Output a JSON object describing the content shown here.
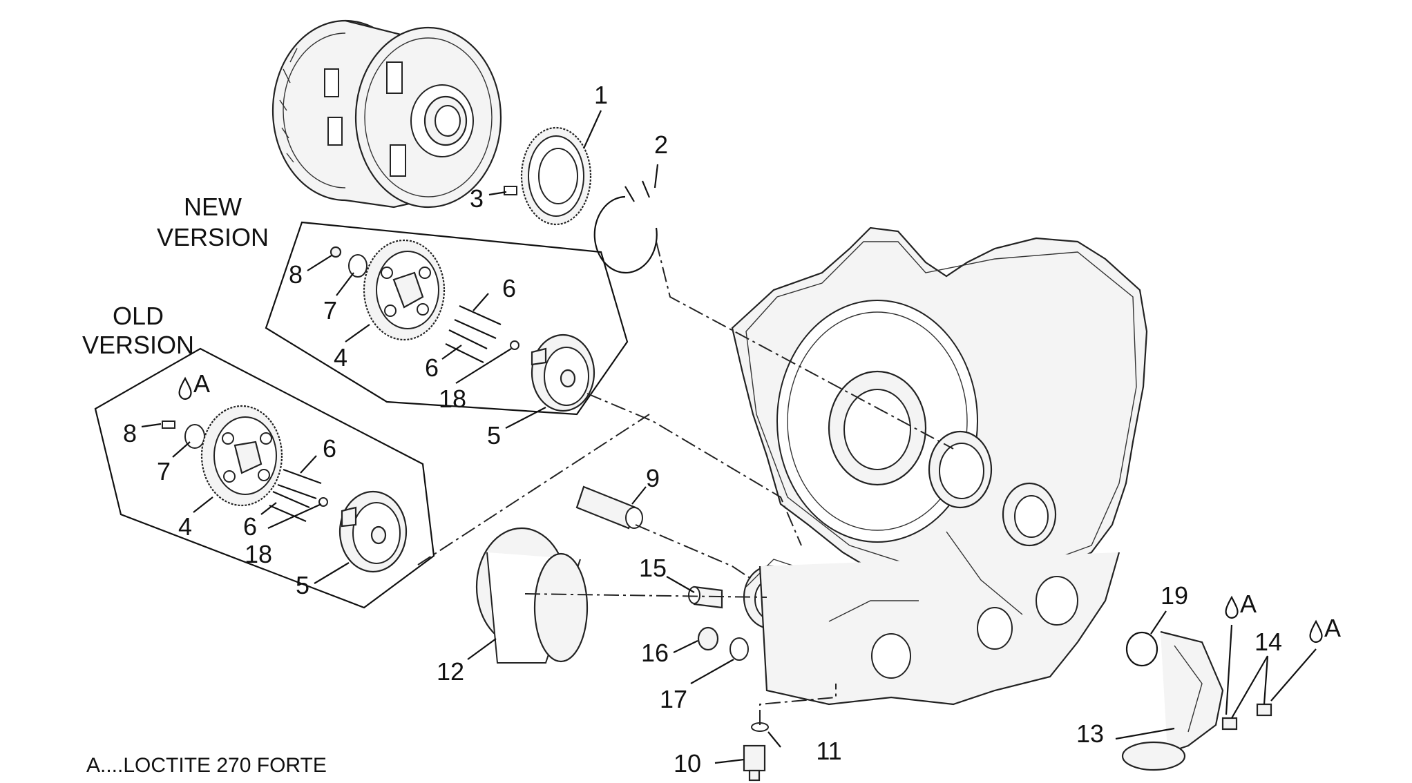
{
  "diagram": {
    "version_labels": {
      "new_line1": "NEW",
      "new_line2": "VERSION",
      "old_line1": "OLD",
      "old_line2": "VERSION"
    },
    "loctite_marker": "A",
    "footnote": "A....LOCTITE 270 FORTE",
    "callouts": {
      "c1": "1",
      "c2": "2",
      "c3": "3",
      "n8": "8",
      "n7": "7",
      "n4": "4",
      "n6a": "6",
      "n6b": "6",
      "n18": "18",
      "n5": "5",
      "o8": "8",
      "o7": "7",
      "o4": "4",
      "o6a": "6",
      "o6b": "6",
      "o18": "18",
      "o5": "5",
      "c9": "9",
      "c15": "15",
      "c12": "12",
      "c16": "16",
      "c17": "17",
      "c10": "10",
      "c11": "11",
      "c19": "19",
      "c14": "14",
      "c13": "13"
    }
  }
}
